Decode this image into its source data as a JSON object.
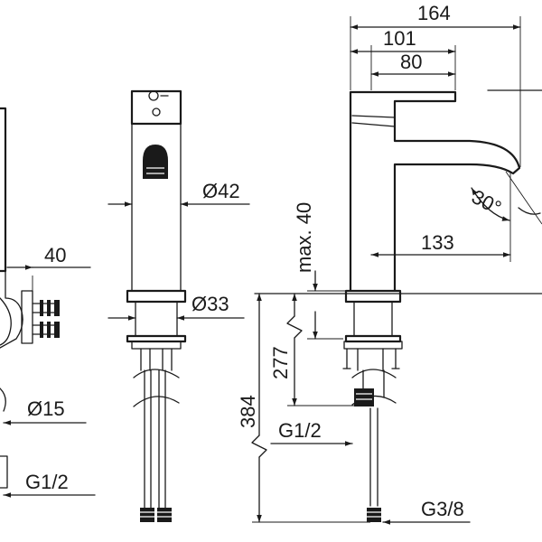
{
  "dims": {
    "d164": "164",
    "d101": "101",
    "d80": "80",
    "d30deg": "30°",
    "d133": "133",
    "dmax40": "max. 40",
    "d42": "Ø42",
    "d33": "Ø33",
    "d40": "40",
    "d15": "Ø15",
    "d277": "277",
    "d384": "384",
    "g12a": "G1/2",
    "g12b": "G1/2",
    "g38": "G3/8"
  }
}
